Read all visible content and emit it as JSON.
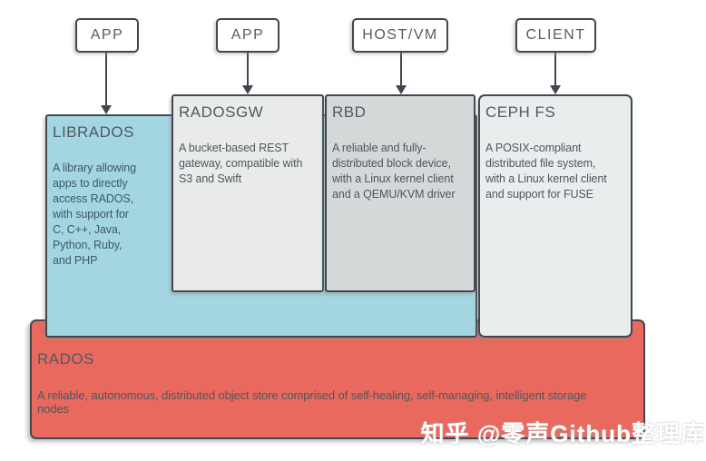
{
  "diagram": {
    "top_nodes": [
      {
        "label": "APP"
      },
      {
        "label": "APP"
      },
      {
        "label": "HOST/VM"
      },
      {
        "label": "CLIENT"
      }
    ],
    "components": {
      "librados": {
        "title": "LIBRADOS",
        "description": "A library allowing\napps to directly\naccess RADOS,\nwith support for\nC, C++, Java,\nPython, Ruby,\nand PHP"
      },
      "radosgw": {
        "title": "RADOSGW",
        "description": "A bucket-based REST\ngateway, compatible with\nS3 and Swift"
      },
      "rbd": {
        "title": "RBD",
        "description": "A reliable and fully-\ndistributed block device,\nwith a Linux kernel client\nand a QEMU/KVM driver"
      },
      "cephfs": {
        "title": "CEPH FS",
        "description": "A POSIX-compliant\ndistributed file system,\nwith a Linux kernel client\nand support for FUSE"
      },
      "rados": {
        "title": "RADOS",
        "description": "A reliable, autonomous, distributed object store comprised of self-healing, self-managing, intelligent storage\nnodes"
      }
    },
    "colors": {
      "librados_bg": "#a3d6e0",
      "radosgw_bg": "#e9ebeb",
      "rbd_bg": "#d5d8d8",
      "cephfs_bg": "#e9eded",
      "rados_bg": "#e9695e",
      "border": "#42474e",
      "title_text": "#4f5a64",
      "body_text": "#50565e",
      "librados_text": "#3e5866"
    },
    "watermark": "知乎 @零声Github整理库"
  }
}
